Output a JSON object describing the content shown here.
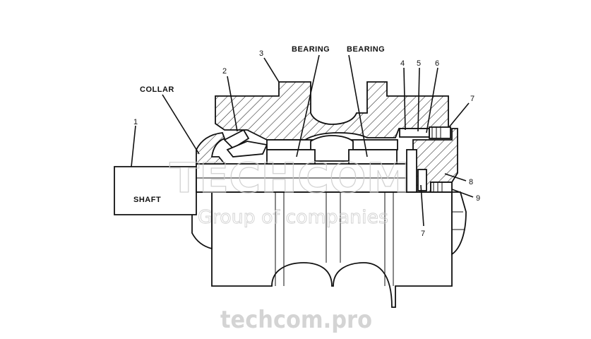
{
  "labels": {
    "collar": "COLLAR",
    "bearing_left": "BEARING",
    "bearing_right": "BEARING",
    "shaft": "SHAFT"
  },
  "callouts": {
    "n1": "1",
    "n2": "2",
    "n3": "3",
    "n4": "4",
    "n5": "5",
    "n6": "6",
    "n7_top": "7",
    "n7_bottom": "7",
    "n8": "8",
    "n9": "9"
  },
  "watermark": {
    "brand": "TECHCOM",
    "tagline": "Group of companies",
    "url": "techcom.pro"
  }
}
